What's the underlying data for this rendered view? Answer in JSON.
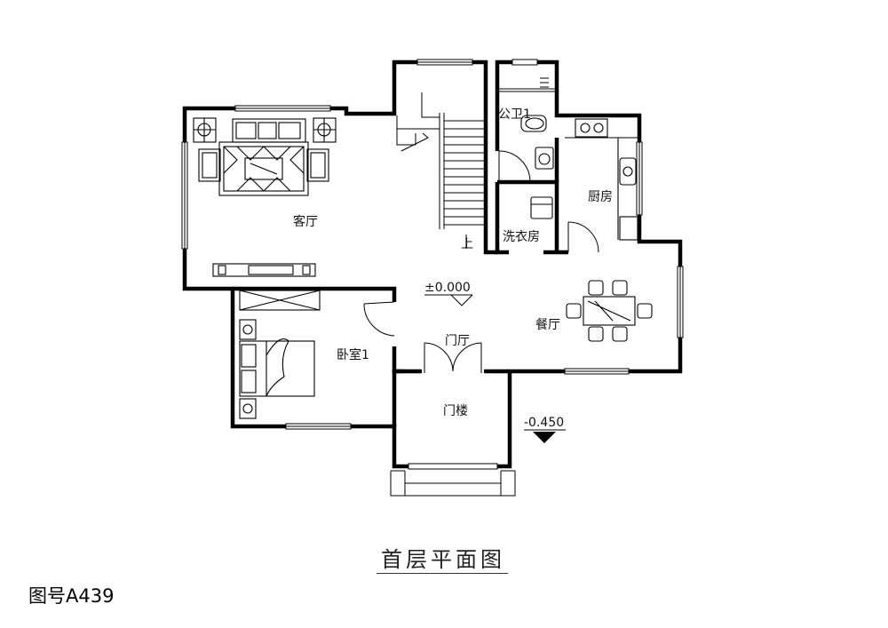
{
  "plan": {
    "title": "首层平面图",
    "drawing_number": "图号A439",
    "rooms": {
      "living": "客厅",
      "bedroom": "卧室1",
      "foyer": "门厅",
      "porch": "门楼",
      "dining": "餐厅",
      "kitchen": "厨房",
      "laundry": "洗衣房",
      "bathroom": "公卫1"
    },
    "stair_label": "上",
    "levels": {
      "main": "±0.000",
      "outdoor": "-0.450"
    }
  }
}
